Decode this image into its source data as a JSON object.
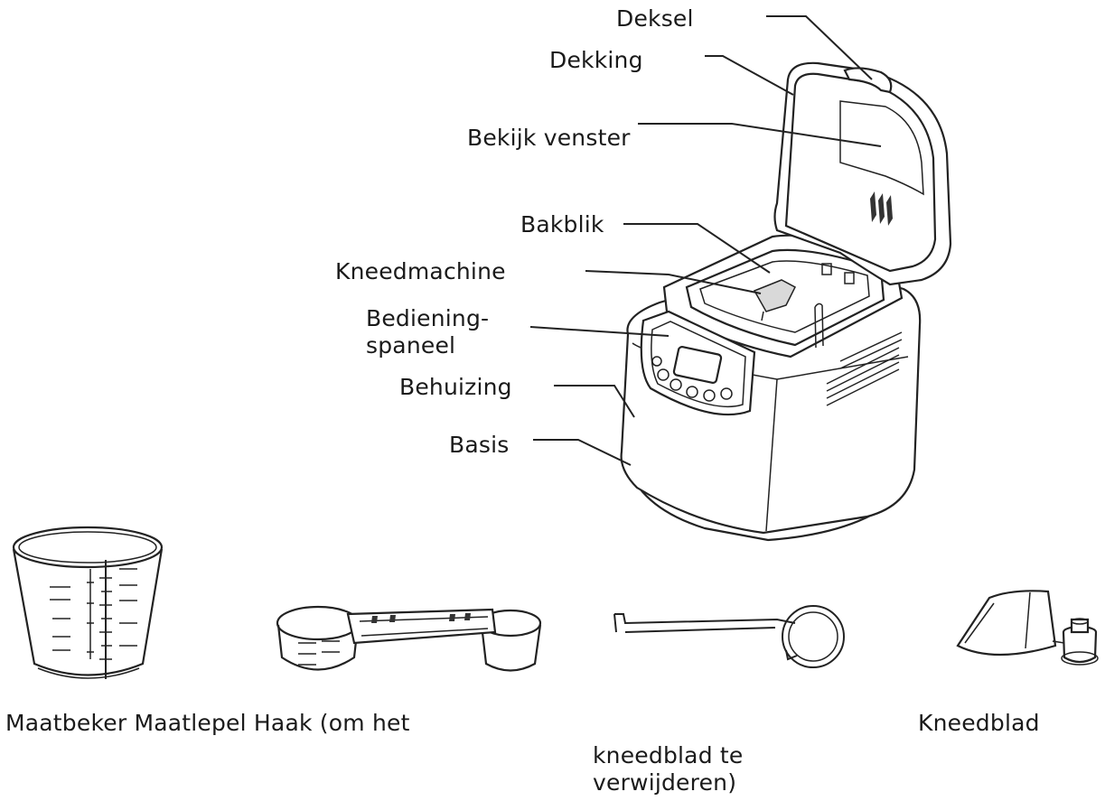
{
  "labels": {
    "deksel": "Deksel",
    "dekking": "Dekking",
    "venster": "Bekijk venster",
    "bakblik": "Bakblik",
    "kneedmachine": "Kneedmachine",
    "bedieningspaneel": "Bediening-\nspaneel",
    "behuizing": "Behuizing",
    "basis": "Basis"
  },
  "accessories": {
    "line1": "Maatbeker Maatlepel Haak (om het",
    "line2": "kneedblad te\nverwijderen)",
    "kneedblad": "Kneedblad"
  }
}
